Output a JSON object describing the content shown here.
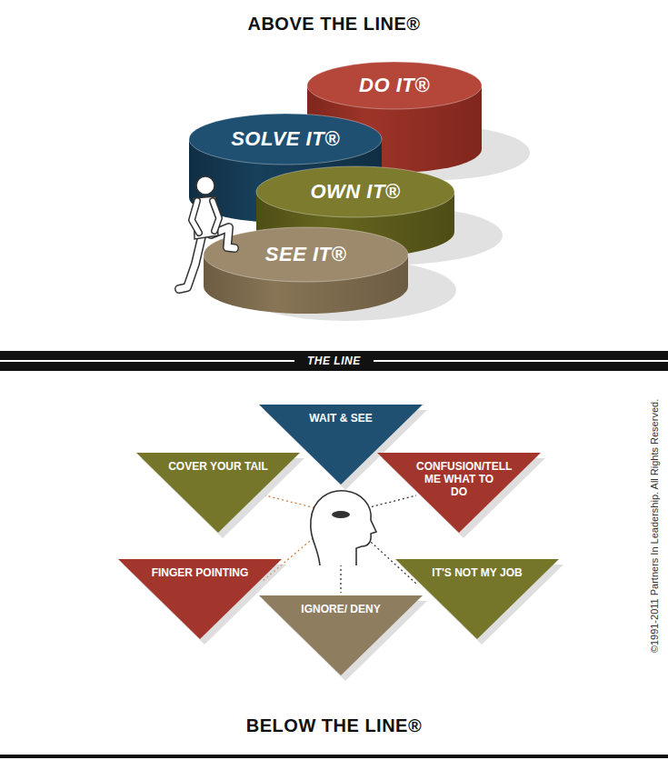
{
  "diagram": {
    "title": "ABOVE THE LINE®",
    "nodes": [
      {
        "text": [
          "DO IT®"
        ]
      },
      {
        "text": [
          "SOLVE IT®"
        ]
      },
      {
        "text": [
          "OWN IT®"
        ]
      },
      {
        "text": [
          "SEE IT®"
        ]
      },
      {
        "text": [
          "WAIT & SEE"
        ]
      },
      {
        "text": [
          "COVER YOUR TAIL"
        ]
      },
      {
        "text": [
          "CONFUSION/TELL ME WHAT TO DO"
        ]
      },
      {
        "text": [
          "FINGER POINTING"
        ]
      },
      {
        "text": [
          "IT'S NOT MY JOB"
        ]
      },
      {
        "text": [
          "IGNORE/ DENY"
        ]
      }
    ],
    "labels": [
      "THE LINE",
      "BELOW THE LINE®",
      "©1991-2011 Partners In Leadership. All Rights Reserved."
    ]
  }
}
